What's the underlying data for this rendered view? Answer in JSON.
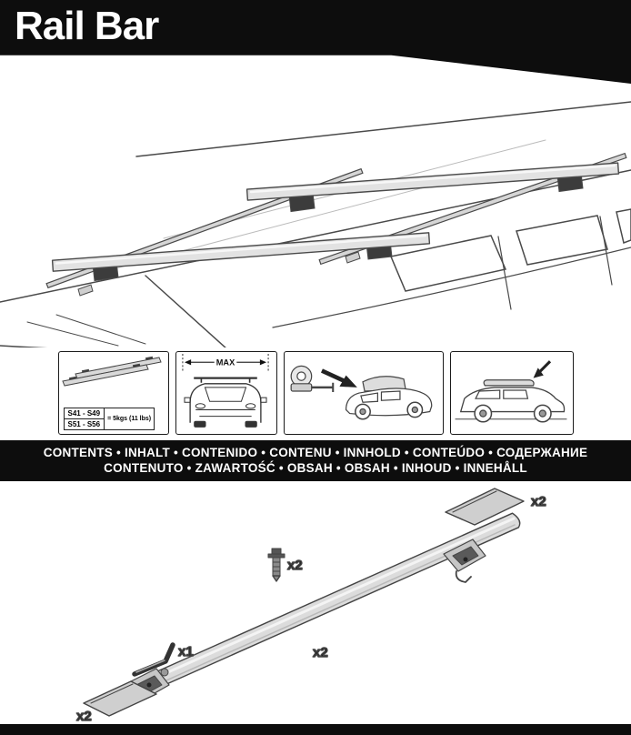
{
  "header": {
    "title": "Rail Bar"
  },
  "panels": {
    "specs": {
      "sizes": [
        "S41 - S49",
        "S51 - S56"
      ],
      "load": "= 5kgs (11 lbs)"
    },
    "max": {
      "label": "MAX"
    }
  },
  "contents_band": {
    "line1": "CONTENTS • INHALT • CONTENIDO • CONTENU • INNHOLD • CONTEÚDO • СОДЕРЖАНИЕ",
    "line2": "CONTENUTO • ZAWARTOŚĆ • OBSAH • OBSAH • INHOUD • INNEHÅLL"
  },
  "parts": {
    "cover_top_qty": "x2",
    "screw_qty": "x2",
    "bar_qty": "x2",
    "allen_key_qty": "x1",
    "cover_bottom_qty": "x2"
  },
  "colors": {
    "banner": "#0d0d0d",
    "line_art": "#4a4a4a",
    "bar_fill": "#dcdcdc"
  }
}
